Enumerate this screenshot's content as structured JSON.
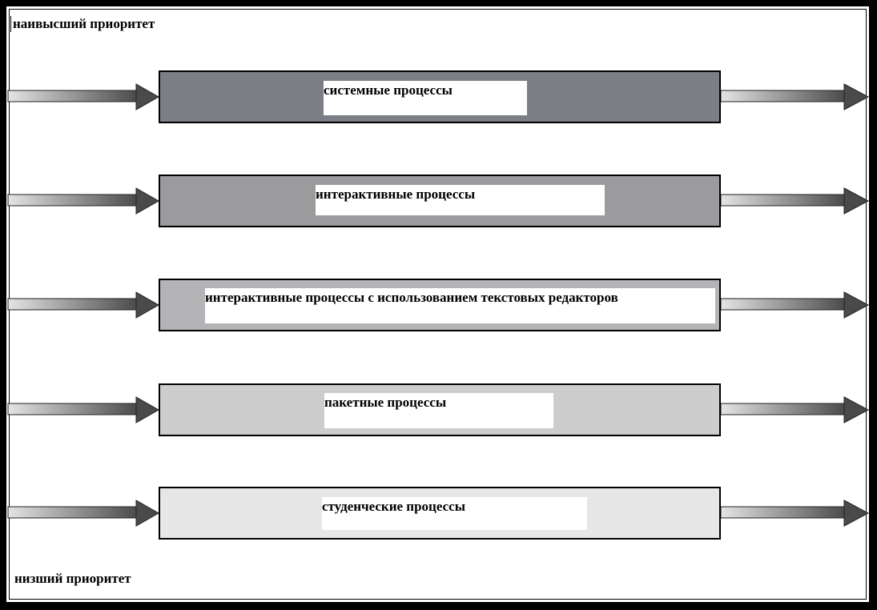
{
  "priority": {
    "top": "наивысший приоритет",
    "bottom": "низший приоритет"
  },
  "queues": [
    {
      "label": "системные процессы",
      "fill": "#7b7e85"
    },
    {
      "label": "интерактивные процессы",
      "fill": "#9b9a9d"
    },
    {
      "label": "интерактивные процессы с использованием текстовых редакторов",
      "fill": "#b4b4b6"
    },
    {
      "label": "пакетные процессы",
      "fill": "#cdcdcd"
    },
    {
      "label": "студенческие процессы",
      "fill": "#e7e7e7"
    }
  ]
}
